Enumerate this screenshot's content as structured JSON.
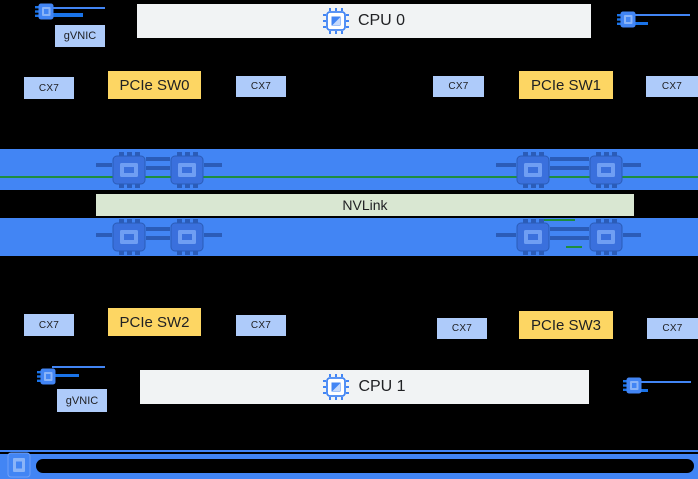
{
  "colors": {
    "background": "#000000",
    "gpu_band_blue": "#4285f4",
    "nic_box_blue": "#aecbfa",
    "pcie_switch_yellow": "#fdd663",
    "cpu_bar_gray": "#f1f3f4",
    "nvlink_green": "#d9e7d2",
    "bus_line_green": "#1e8e3e",
    "link_line_blue": "#1a73e8",
    "text_dark": "#202124"
  },
  "top": {
    "cpu_label": "CPU 0",
    "gvnic_label": "gVNIC",
    "row": [
      {
        "label": "CX7"
      },
      {
        "label": "PCIe SW0"
      },
      {
        "label": "CX7"
      },
      {
        "label": "CX7"
      },
      {
        "label": "PCIe SW1"
      },
      {
        "label": "CX7"
      }
    ]
  },
  "middle": {
    "nvlink_label": "NVLink",
    "gpu_bands": 2,
    "gpu_chips_per_band": 4
  },
  "bottom": {
    "row": [
      {
        "label": "CX7"
      },
      {
        "label": "PCIe SW2"
      },
      {
        "label": "CX7"
      },
      {
        "label": "CX7"
      },
      {
        "label": "PCIe SW3"
      },
      {
        "label": "CX7"
      }
    ],
    "cpu_label": "CPU 1",
    "gvnic_label": "gVNIC"
  }
}
